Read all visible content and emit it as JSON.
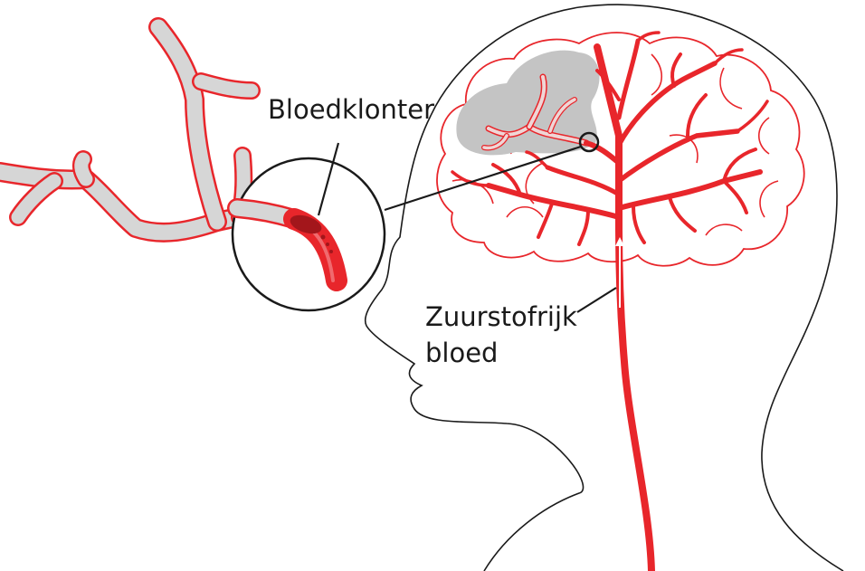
{
  "labels": {
    "clot": "Bloedklonter",
    "oxygen_line1": "Zuurstofrijk",
    "oxygen_line2": "bloed"
  },
  "colors": {
    "artery": "#e8262b",
    "blocked_fill": "#d6d6d6",
    "blocked_outline": "#e8262b",
    "clot": "#a3161b",
    "outline": "#1a1a1a",
    "grey_zone": "#c4c4c4"
  },
  "icons": {
    "clot": "blood-clot-icon",
    "flow_arrow": "arrow-up-icon"
  }
}
